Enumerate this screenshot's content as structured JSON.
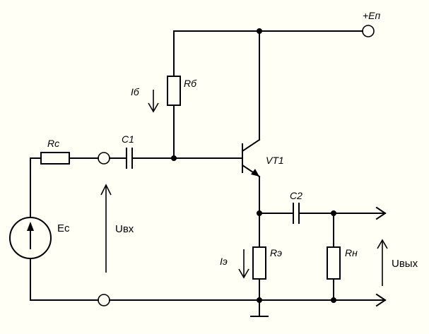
{
  "labels": {
    "supply": "+Eп",
    "r_base": "Rб",
    "i_base": "Iб",
    "r_source": "Rс",
    "c1": "C1",
    "transistor": "VT1",
    "c2": "C2",
    "source": "Ec",
    "u_in": "Uвх",
    "i_emitter": "Iэ",
    "r_emitter": "Rэ",
    "r_load": "Rн",
    "u_out": "Uвых"
  },
  "colors": {
    "background": "#fffff5",
    "line": "#000000"
  }
}
